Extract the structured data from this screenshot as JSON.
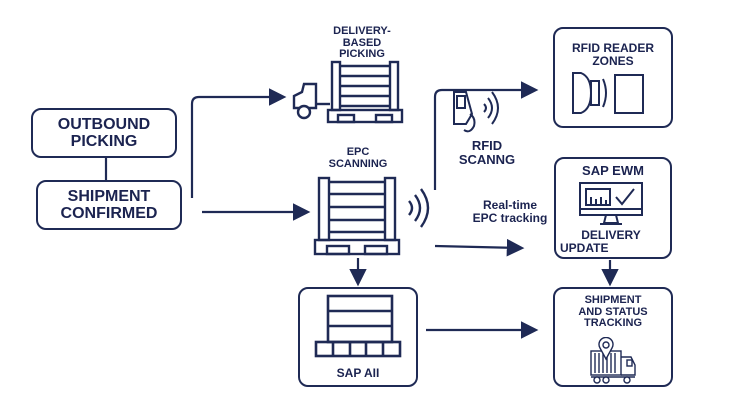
{
  "colors": {
    "ink": "#1b2350",
    "stroke": "#1f2a55",
    "arrow": "#2f3a6b",
    "background": "#ffffff"
  },
  "nodes": {
    "outbound_picking": {
      "line1": "OUTBOUND",
      "line2": "PICKING"
    },
    "shipment_confirmed": {
      "line1": "SHIPMENT",
      "line2": "CONFIRMED"
    },
    "delivery_picking": {
      "line1": "DELIVERY-",
      "line2": "BASED",
      "line3": "PICKING",
      "icon": "forklift-pallet-icon"
    },
    "epc_scanning": {
      "line1": "EPC",
      "line2": "SCANNING",
      "icon": "pallet-rfid-icon"
    },
    "rfid_scanning": {
      "line1": "RFID",
      "line2": "SCANNG",
      "icon": "handheld-scanner-icon"
    },
    "rfid_reader_zones": {
      "line1": "RFID READER",
      "line2": "ZONES",
      "icon": "rfid-reader-icon"
    },
    "sap_ewm": {
      "title": "SAP EWM",
      "line1": "DELIVERY",
      "line2": "UPDATE",
      "icon": "monitor-check-icon"
    },
    "sap_aii": {
      "label": "SAP AII",
      "icon": "pallet-stack-icon"
    },
    "shipment_tracking": {
      "line1": "SHIPMENT",
      "line2": "AND STATUS",
      "line3": "TRACKING",
      "icon": "truck-location-icon"
    }
  },
  "edge_labels": {
    "realtime_line1": "Real-time",
    "realtime_line2": "EPC tracking"
  }
}
